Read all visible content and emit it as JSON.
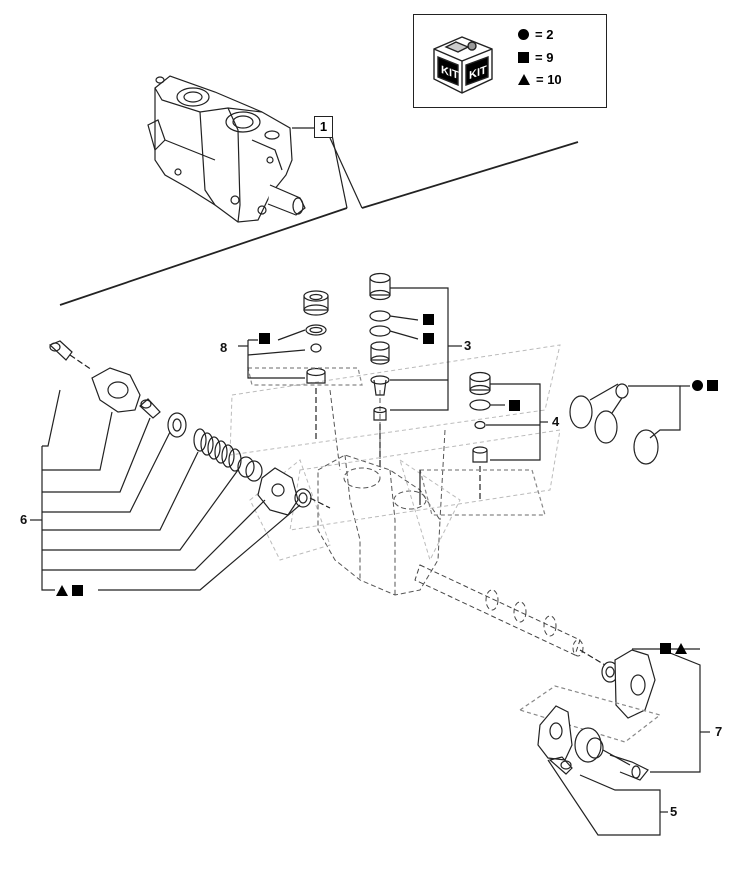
{
  "legend": {
    "kit_label_left": "KIT",
    "kit_label_right": "KIT",
    "rows": [
      {
        "symbol": "circle",
        "text": "= 2"
      },
      {
        "symbol": "square",
        "text": "= 9"
      },
      {
        "symbol": "triangle",
        "text": "= 10"
      }
    ]
  },
  "callouts": {
    "c1": "1",
    "c3": "3",
    "c4": "4",
    "c5": "5",
    "c6": "6",
    "c7": "7",
    "c8": "8"
  },
  "kit_markers": {
    "item8": [
      "square"
    ],
    "item3_upper": [
      "square"
    ],
    "item3_lower": [
      "square"
    ],
    "item4": [
      "square"
    ],
    "orings": [
      "circle",
      "square"
    ],
    "item6": [
      "triangle",
      "square"
    ],
    "item7": [
      "square",
      "triangle"
    ]
  }
}
